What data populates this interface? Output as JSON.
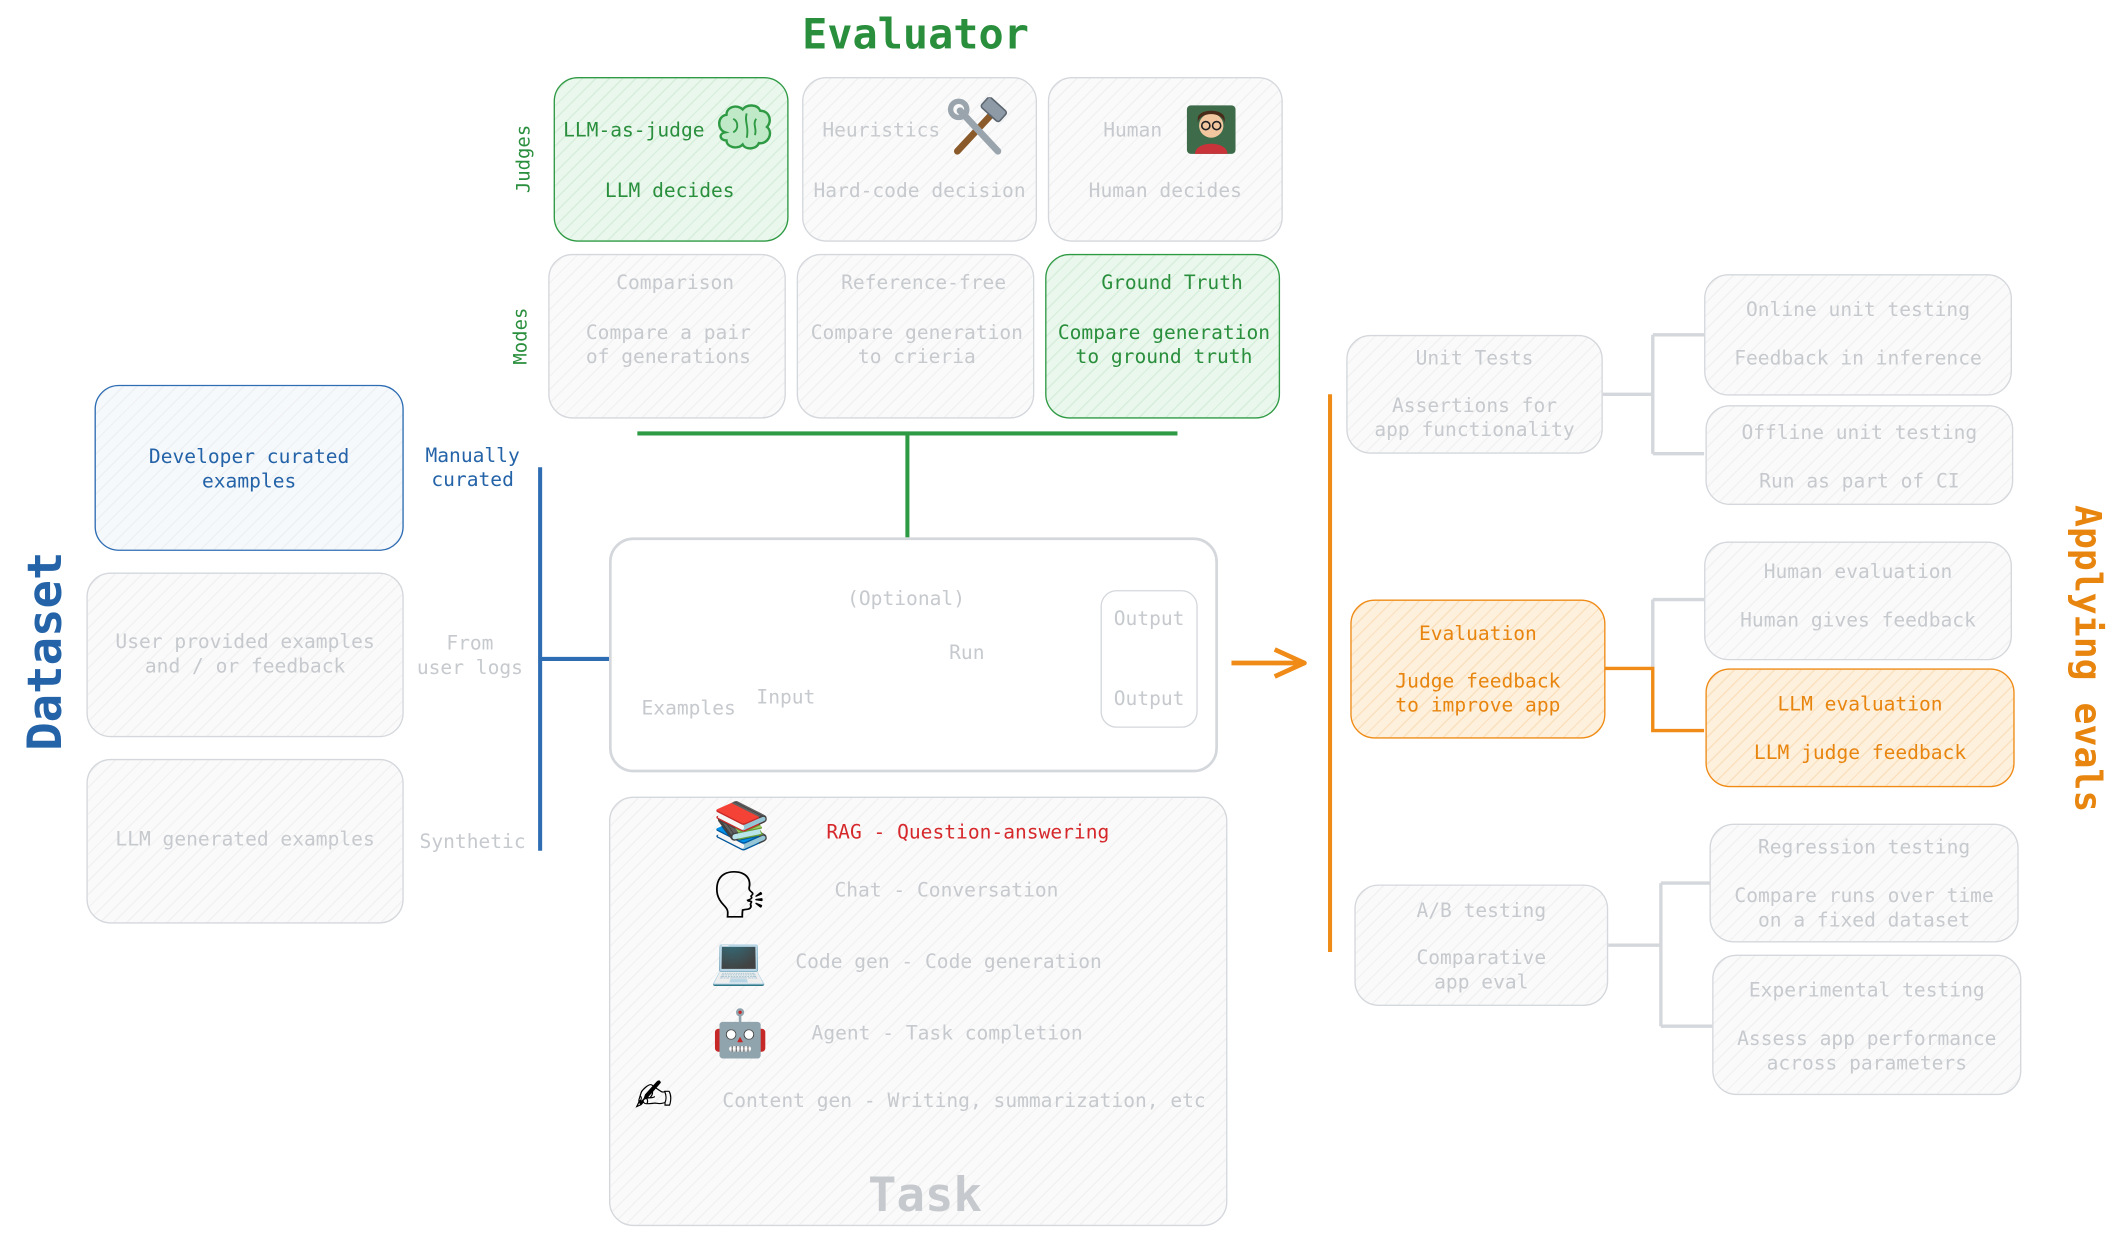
{
  "evaluator": {
    "title": "Evaluator",
    "judges_label": "Judges",
    "modes_label": "Modes",
    "judges": [
      {
        "name": "LLM-as-judge",
        "desc": "LLM decides",
        "icon": "brain-icon"
      },
      {
        "name": "Heuristics",
        "desc": "Hard-code decision",
        "icon": "hammer-wrench-icon"
      },
      {
        "name": "Human",
        "desc": "Human decides",
        "icon": "teacher-icon"
      }
    ],
    "modes": [
      {
        "name": "Comparison",
        "desc": "Compare a pair\nof generations"
      },
      {
        "name": "Reference-free",
        "desc": "Compare generation\nto crieria"
      },
      {
        "name": "Ground Truth",
        "desc": "Compare generation\nto ground truth"
      }
    ]
  },
  "dataset": {
    "title": "Dataset",
    "sources": [
      {
        "box": "Developer curated\nexamples",
        "label": "Manually\ncurated"
      },
      {
        "box": "User provided examples\nand / or feedback",
        "label": "From\nuser logs"
      },
      {
        "box": "LLM generated examples",
        "label": "Synthetic"
      }
    ]
  },
  "pipeline": {
    "examples": "Examples",
    "optional": "(Optional)",
    "input": "Input",
    "run": "Run",
    "output_top": "Output",
    "output_bottom": "Output"
  },
  "task": {
    "title": "Task",
    "items": [
      {
        "text": "RAG - Question-answering",
        "icon": "books-icon",
        "glyph": "📚"
      },
      {
        "text": "Chat - Conversation",
        "icon": "speaking-head-icon",
        "glyph": "🗣"
      },
      {
        "text": "Code gen - Code generation",
        "icon": "laptop-icon",
        "glyph": "💻"
      },
      {
        "text": "Agent - Task completion",
        "icon": "robot-icon",
        "glyph": "🤖"
      },
      {
        "text": "Content gen - Writing, summarization, etc",
        "icon": "writing-hand-icon",
        "glyph": "✍"
      }
    ]
  },
  "applying": {
    "title": "Applying evals",
    "groups": [
      {
        "name": "Unit Tests",
        "desc": "Assertions for\napp functionality",
        "children": [
          {
            "name": "Online unit testing",
            "desc": "Feedback in inference"
          },
          {
            "name": "Offline unit testing",
            "desc": "Run as part of CI"
          }
        ]
      },
      {
        "name": "Evaluation",
        "desc": "Judge feedback\nto improve app",
        "children": [
          {
            "name": "Human evaluation",
            "desc": "Human gives feedback"
          },
          {
            "name": "LLM evaluation",
            "desc": "LLM judge feedback"
          }
        ]
      },
      {
        "name": "A/B testing",
        "desc": "Comparative\napp eval",
        "children": [
          {
            "name": "Regression testing",
            "desc": "Compare runs over time\non a fixed dataset"
          },
          {
            "name": "Experimental testing",
            "desc": "Assess app performance\nacross parameters"
          }
        ]
      }
    ]
  },
  "colors": {
    "green": "#2a8f3d",
    "blue": "#2463a8",
    "orange": "#e8850f",
    "grey": "#c6c9cd",
    "red": "#d6282b"
  }
}
